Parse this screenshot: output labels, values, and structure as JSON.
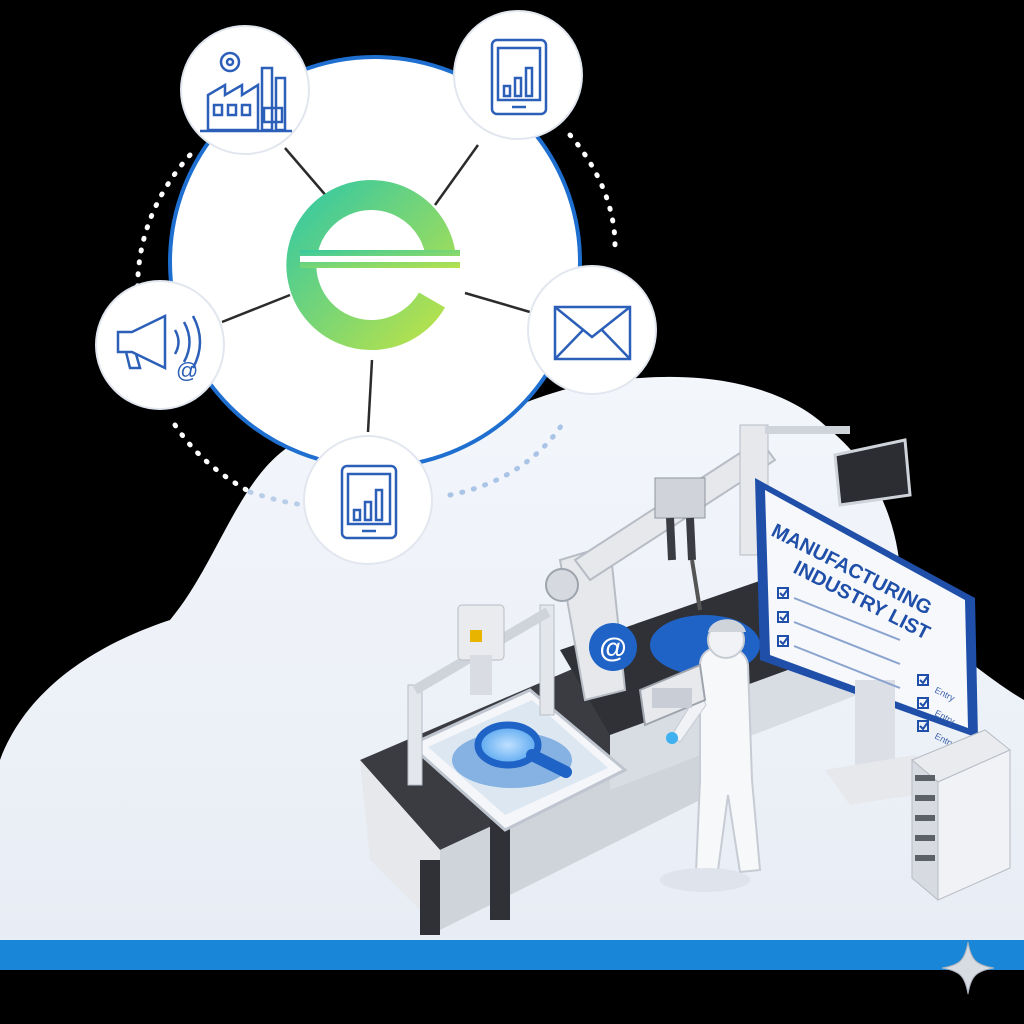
{
  "colors": {
    "background": "#000000",
    "cloud": "#eef2f8",
    "hub_ring": "#1e6fd0",
    "hub_fill": "#ffffff",
    "icon_stroke": "#2b5fb8",
    "logo_green": "#9ad94a",
    "logo_teal": "#38c9a0",
    "bottom_bar": "#1a86d8",
    "machine_dark": "#2f3136",
    "machine_light": "#e6e8ec",
    "accent_blue": "#1f63c6"
  },
  "hub": {
    "logo_letter": "e",
    "nodes": [
      {
        "name": "factory-icon"
      },
      {
        "name": "tablet-chart-icon"
      },
      {
        "name": "envelope-icon"
      },
      {
        "name": "tablet-chart-icon"
      },
      {
        "name": "megaphone-email-icon"
      }
    ]
  },
  "screen": {
    "title_line1": "MANUFACTURING",
    "title_line2": "INDUSTRY LIST",
    "right_items": [
      "Entry",
      "Entry",
      "Entry"
    ]
  },
  "decor": {
    "bottom_star_icon": "sparkle-icon",
    "email_bubble_glyph": "@"
  }
}
